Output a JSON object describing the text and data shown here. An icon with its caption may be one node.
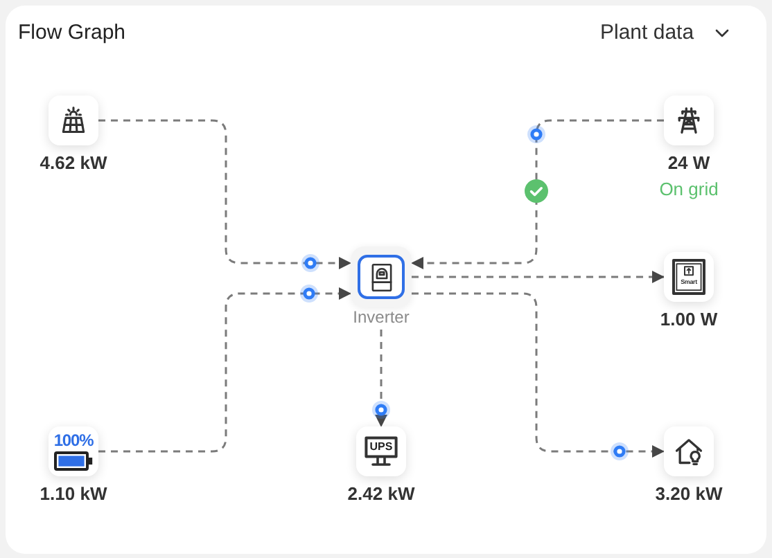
{
  "diagram": {
    "title": "Flow Graph",
    "nodes": [
      {
        "text": [
          "4.62 kW"
        ]
      },
      {
        "text": [
          "24 W",
          "On grid"
        ]
      },
      {
        "text": [
          "Inverter"
        ]
      },
      {
        "text": [
          "Smart",
          "1.00 W"
        ]
      },
      {
        "text": [
          "100%",
          "1.10 kW"
        ]
      },
      {
        "text": [
          "UPS",
          "2.42 kW"
        ]
      },
      {
        "text": [
          "3.20 kW"
        ]
      }
    ],
    "edges": [
      {
        "from": 0,
        "to": 2,
        "arrow": "to",
        "style": "dashed"
      },
      {
        "from": 1,
        "to": 2,
        "arrow": "to",
        "style": "dashed"
      },
      {
        "from": 4,
        "to": 2,
        "arrow": "to",
        "style": "dashed"
      },
      {
        "from": 2,
        "to": 3,
        "arrow": "to",
        "style": "dashed"
      },
      {
        "from": 2,
        "to": 5,
        "arrow": "to",
        "style": "dashed"
      },
      {
        "from": 2,
        "to": 6,
        "arrow": "to",
        "style": "dashed"
      }
    ],
    "labels": [
      "Plant data"
    ]
  }
}
